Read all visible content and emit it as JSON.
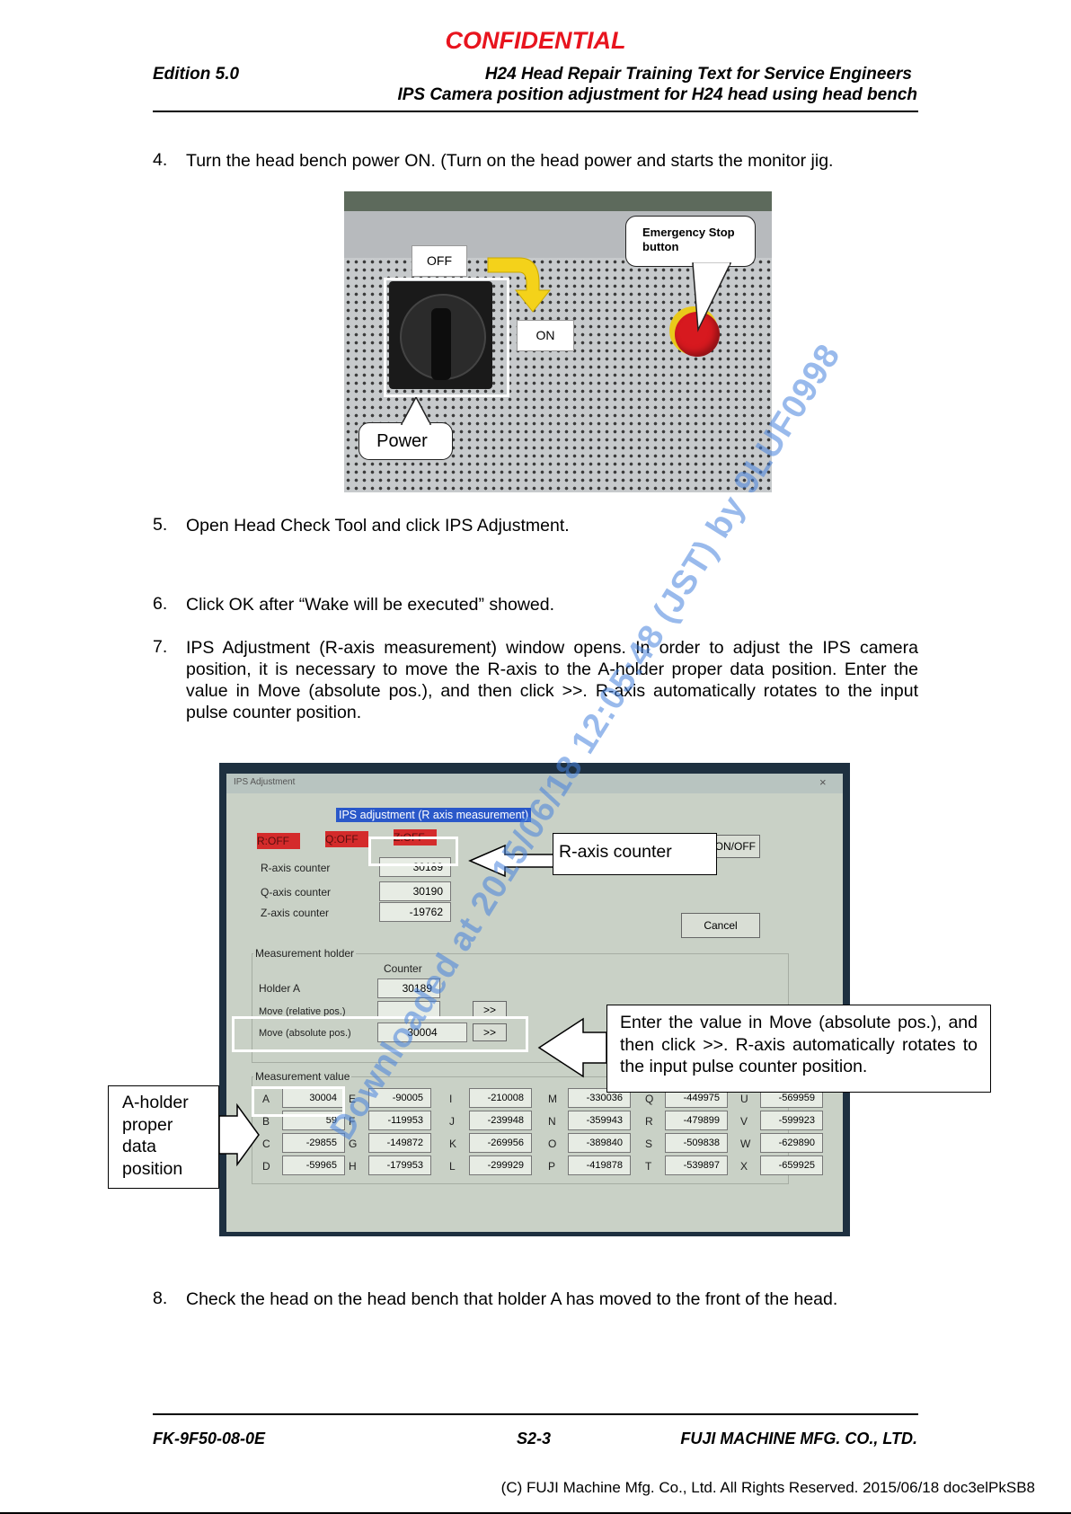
{
  "header": {
    "confidential": "CONFIDENTIAL",
    "edition": "Edition 5.0",
    "title_line1": "H24 Head Repair Training Text for Service Engineers",
    "title_line2": "IPS Camera position adjustment for H24 head using head bench"
  },
  "steps": [
    {
      "num": "4.",
      "text": "Turn the head bench power ON. (Turn on the head power and starts the monitor jig."
    },
    {
      "num": "5.",
      "text": "Open Head Check Tool and click IPS Adjustment."
    },
    {
      "num": "6.",
      "text": "Click OK after “Wake will be executed” showed."
    },
    {
      "num": "7.",
      "text": "IPS Adjustment (R-axis measurement) window opens. In order to adjust the IPS camera position, it is necessary to move the R-axis to the A-holder proper data position. Enter the value in Move (absolute pos.), and then click >>. R-axis automatically rotates to the input pulse counter position."
    },
    {
      "num": "8.",
      "text": "Check the head on the head bench that holder A has moved to the front of the head."
    }
  ],
  "photo1": {
    "off_label": "OFF",
    "on_label": "ON",
    "estop_label": "Emergency Stop button",
    "power_label": "Power"
  },
  "screenshot": {
    "window_title": "IPS Adjustment",
    "dialog_title": "IPS adjustment (R axis measurement)",
    "status": [
      "R:OFF",
      "Q:OFF",
      "Z:OFF"
    ],
    "servo_button": "Servo ON/OFF",
    "cancel_button": "Cancel",
    "counters": [
      {
        "label": "R-axis counter",
        "value": "30189"
      },
      {
        "label": "Q-axis counter",
        "value": "30190"
      },
      {
        "label": "Z-axis counter",
        "value": "-19762"
      }
    ],
    "holder_group": "Measurement holder",
    "counter_header": "Counter",
    "holder_a_label": "Holder A",
    "holder_a_value": "30189",
    "move_relative_label": "Move (relative pos.)",
    "move_absolute_label": "Move (absolute pos.)",
    "move_absolute_value": "30004",
    "go_button": ">>",
    "measurement_group": "Measurement value",
    "measurements": [
      [
        {
          "k": "A",
          "v": "30004"
        },
        {
          "k": "E",
          "v": "-90005"
        },
        {
          "k": "I",
          "v": "-210008"
        },
        {
          "k": "M",
          "v": "-330036"
        },
        {
          "k": "Q",
          "v": "-449975"
        },
        {
          "k": "U",
          "v": "-569959"
        }
      ],
      [
        {
          "k": "B",
          "v": "59"
        },
        {
          "k": "F",
          "v": "-119953"
        },
        {
          "k": "J",
          "v": "-239948"
        },
        {
          "k": "N",
          "v": "-359943"
        },
        {
          "k": "R",
          "v": "-479899"
        },
        {
          "k": "V",
          "v": "-599923"
        }
      ],
      [
        {
          "k": "C",
          "v": "-29855"
        },
        {
          "k": "G",
          "v": "-149872"
        },
        {
          "k": "K",
          "v": "-269956"
        },
        {
          "k": "O",
          "v": "-389840"
        },
        {
          "k": "S",
          "v": "-509838"
        },
        {
          "k": "W",
          "v": "-629890"
        }
      ],
      [
        {
          "k": "D",
          "v": "-59965"
        },
        {
          "k": "H",
          "v": "-179953"
        },
        {
          "k": "L",
          "v": "-299929"
        },
        {
          "k": "P",
          "v": "-419878"
        },
        {
          "k": "T",
          "v": "-539897"
        },
        {
          "k": "X",
          "v": "-659925"
        }
      ]
    ]
  },
  "annotations": {
    "r_axis_counter": "R-axis counter",
    "enter_value": "Enter the value in Move (absolute pos.), and then click >>. R-axis automatically rotates to the input pulse counter position.",
    "a_holder": "A-holder proper data position"
  },
  "footer": {
    "doc_no": "FK-9F50-08-0E",
    "page": "S2-3",
    "company": "FUJI MACHINE MFG. CO., LTD.",
    "copyright": "(C) FUJI Machine Mfg. Co., Ltd. All Rights Reserved. 2015/06/18 doc3elPkSB8"
  },
  "watermark": "Downloaded at 2015/06/18 12:05:48 (JST) by 9LUF0998"
}
